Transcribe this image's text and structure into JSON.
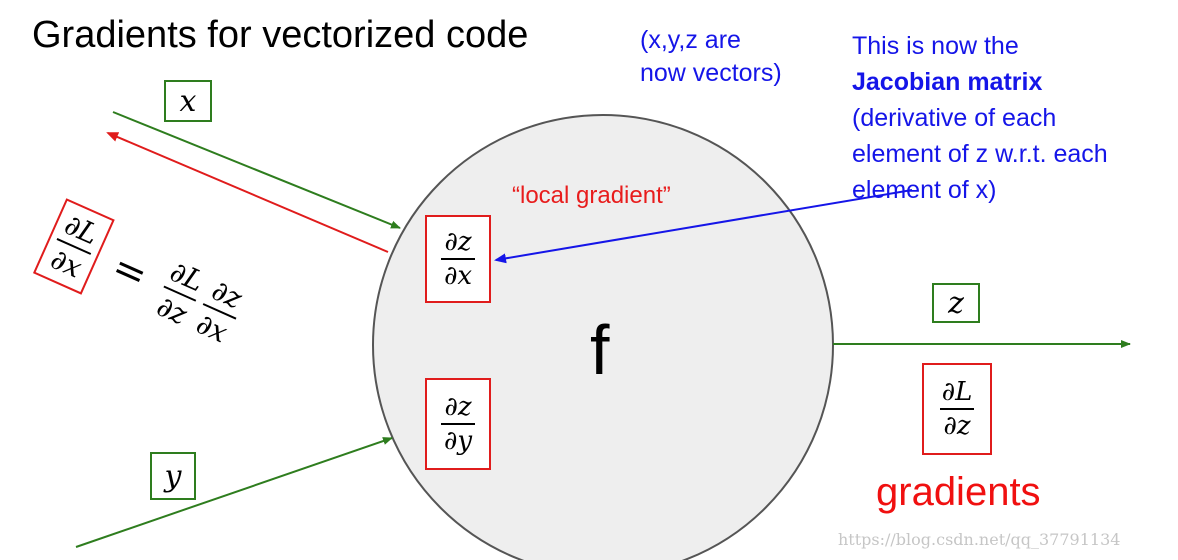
{
  "title": "Gradients for vectorized code",
  "note": {
    "line1": "(x,y,z are",
    "line2": "now vectors)"
  },
  "jacobian_note": {
    "line1": "This is now the",
    "line2_bold": "Jacobian matrix",
    "line3": "(derivative of each",
    "line4": "element of z w.r.t. each",
    "line5": "element of x)"
  },
  "local_gradient_label": "“local gradient”",
  "function_label": "f",
  "gradients_label": "gradients",
  "variables": {
    "x": "x",
    "y": "y",
    "z": "z"
  },
  "fractions": {
    "dz_dx": {
      "num": "∂z",
      "den": "∂x"
    },
    "dz_dy": {
      "num": "∂z",
      "den": "∂y"
    },
    "dL_dz": {
      "num": "∂L",
      "den": "∂z"
    },
    "dL_dx": {
      "num": "∂L",
      "den": "∂x"
    }
  },
  "equals": "=",
  "watermark": "https://blog.csdn.net/qq_37791134",
  "colors": {
    "forward_arrow": "#2e7d1e",
    "backward_arrow": "#e01c1c",
    "jacobian_arrow": "#1515e8",
    "node_fill": "#eeeeee"
  }
}
